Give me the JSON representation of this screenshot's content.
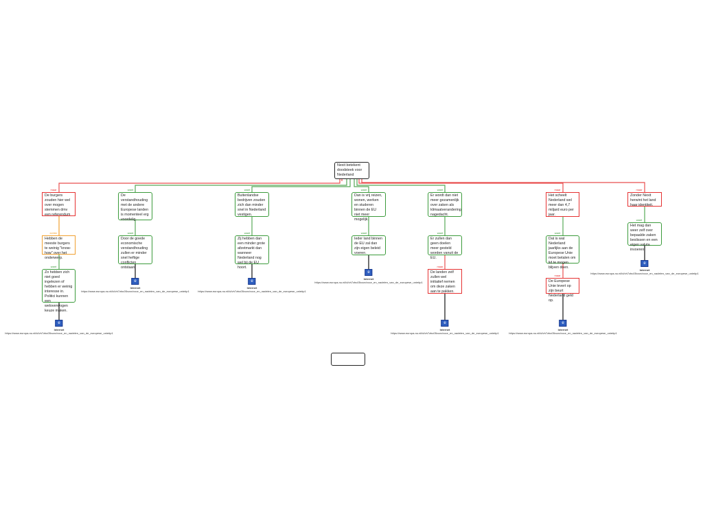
{
  "root": "Nexit betekent doodsteek voor Nederland",
  "labels": {
    "pro": "want",
    "con": "maar",
    "obj": "echter"
  },
  "nodes": {
    "a1": "De burgers zouden hier wel over mogen stemmen dmv een referendum",
    "a2": "Hebben de meeste burgers te weinig \"know-how\" over het onderwerp.",
    "a3": "Zo hebben zich niet goed ingelezen of hebben er weinig interesse in. Politici kunnen een weloverwogen keuze maken.",
    "b1": "De verstandhouding met de andere Europese landen is momenteel erg voordelig.",
    "b2": "Door de goede economische verstandhouding zullen er minder snel heftige conflicten ontstaan.",
    "c1": "Buitenlandse bedrijven zouden zich dan minder snel in Nederland vestigen.",
    "c2": "Zij hebben dan een minder grote afzetmarkt dan wanneer Nederland nog wel bij de EU hoort.",
    "d1": "Dan is vrij reizen, wonen, werken en studeren binnen de EU niet meer mogelijk.",
    "d2": "Ieder land binnen de EU zal dan zijn eigen beleid voeren.",
    "e1": "Er wordt dan niet meer gezamenlijk over zaken als klimaatverandering nagedacht.",
    "e2": "Er zullen dan geen doelen meer gesteld worden vanuit de EU.",
    "e3": "De landen zelf zullen wel initiatief nemen om deze zaken aan te pakken.",
    "f1": "Het scheelt Nederland wel meer dan 4,7 miljard euro per jaar.",
    "f2": "Dat is wat Nederland jaarlijks aan de Europese Unie moet betalen om lid te mogen blijven doen.",
    "f3": "De Europese Unie levert op zijn beurt Nederland geld op.",
    "g1": "Zonder Nexit herwint het land haar identiteit.",
    "g2": "Het mag dan weer zelf over bepaalde zaken beslissen en een eigen valuta invoeren."
  },
  "source": {
    "title": "Internet",
    "url": "https://www.europa-nu.nl/id/vh7zbu05vzzc/voor_en_nadelen_van_de_europese_unie#p1"
  },
  "colors": {
    "pro": "#3a9a3a",
    "con": "#e53030",
    "obj": "#f0a030"
  }
}
